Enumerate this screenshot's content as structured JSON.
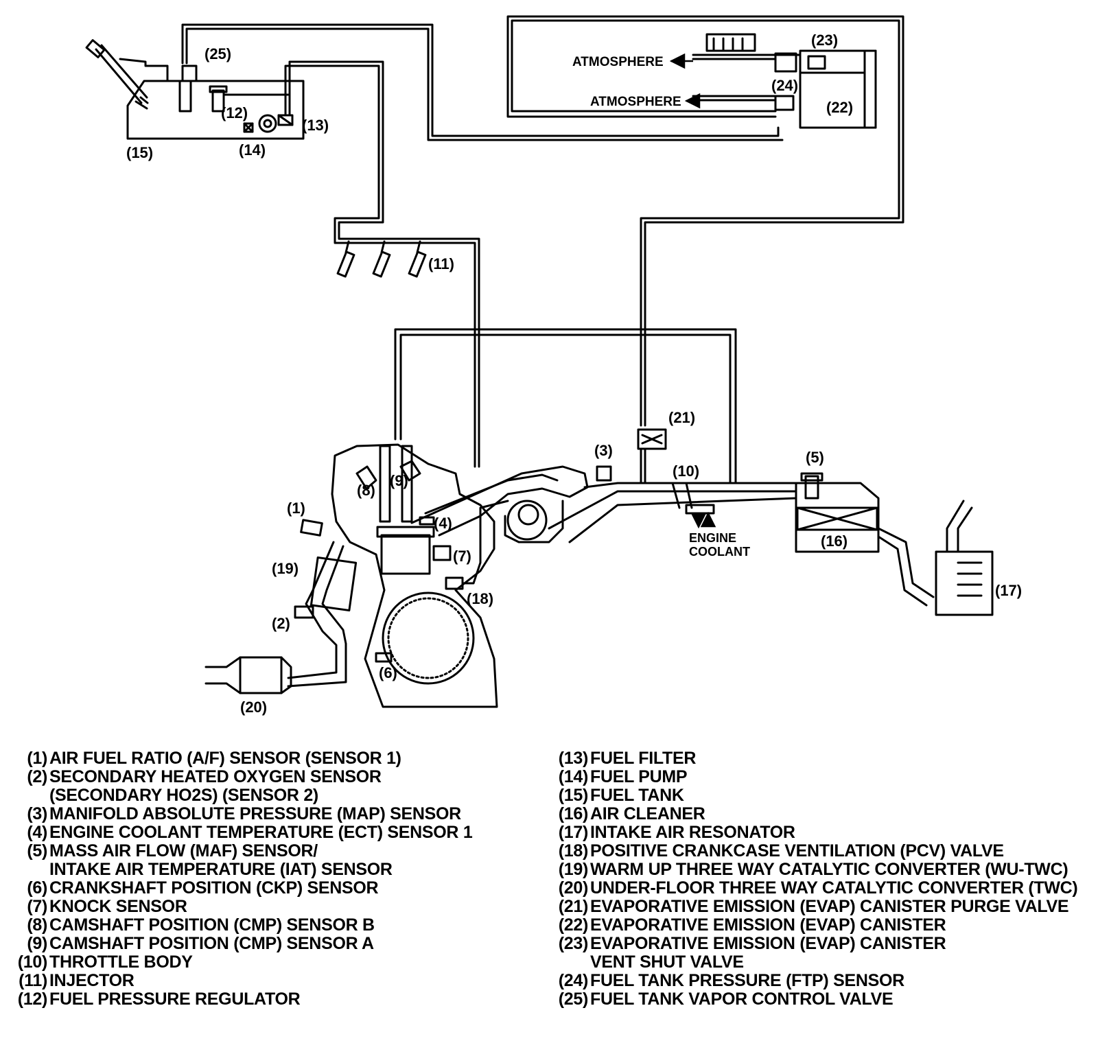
{
  "diagram": {
    "callouts": [
      "(1)",
      "(2)",
      "(3)",
      "(4)",
      "(5)",
      "(6)",
      "(7)",
      "(8)",
      "(9)",
      "(10)",
      "(11)",
      "(12)",
      "(13)",
      "(14)",
      "(15)",
      "(16)",
      "(17)",
      "(18)",
      "(19)",
      "(20)",
      "(21)",
      "(22)",
      "(23)",
      "(24)",
      "(25)"
    ],
    "atmosphere_label": "ATMOSPHERE",
    "engine_coolant_label": [
      "ENGINE",
      "COOLANT"
    ]
  },
  "legend": {
    "left": [
      {
        "num": "(1)",
        "lines": [
          "AIR FUEL RATIO (A/F) SENSOR (SENSOR 1)"
        ]
      },
      {
        "num": "(2)",
        "lines": [
          "SECONDARY HEATED OXYGEN SENSOR",
          "(SECONDARY HO2S) (SENSOR 2)"
        ]
      },
      {
        "num": "(3)",
        "lines": [
          "MANIFOLD ABSOLUTE PRESSURE (MAP) SENSOR"
        ]
      },
      {
        "num": "(4)",
        "lines": [
          "ENGINE COOLANT TEMPERATURE (ECT) SENSOR 1"
        ]
      },
      {
        "num": "(5)",
        "lines": [
          "MASS AIR FLOW (MAF) SENSOR/",
          "INTAKE AIR TEMPERATURE (IAT) SENSOR"
        ]
      },
      {
        "num": "(6)",
        "lines": [
          "CRANKSHAFT POSITION (CKP) SENSOR"
        ]
      },
      {
        "num": "(7)",
        "lines": [
          "KNOCK SENSOR"
        ]
      },
      {
        "num": "(8)",
        "lines": [
          "CAMSHAFT POSITION (CMP) SENSOR B"
        ]
      },
      {
        "num": "(9)",
        "lines": [
          "CAMSHAFT POSITION (CMP) SENSOR A"
        ]
      },
      {
        "num": "(10)",
        "lines": [
          "THROTTLE BODY"
        ]
      },
      {
        "num": "(11)",
        "lines": [
          "INJECTOR"
        ]
      },
      {
        "num": "(12)",
        "lines": [
          "FUEL PRESSURE REGULATOR"
        ]
      }
    ],
    "right": [
      {
        "num": "(13)",
        "lines": [
          "FUEL FILTER"
        ]
      },
      {
        "num": "(14)",
        "lines": [
          "FUEL PUMP"
        ]
      },
      {
        "num": "(15)",
        "lines": [
          "FUEL TANK"
        ]
      },
      {
        "num": "(16)",
        "lines": [
          "AIR CLEANER"
        ]
      },
      {
        "num": "(17)",
        "lines": [
          "INTAKE AIR RESONATOR"
        ]
      },
      {
        "num": "(18)",
        "lines": [
          "POSITIVE CRANKCASE VENTILATION (PCV) VALVE"
        ]
      },
      {
        "num": "(19)",
        "lines": [
          "WARM UP THREE WAY CATALYTIC CONVERTER (WU-TWC)"
        ]
      },
      {
        "num": "(20)",
        "lines": [
          "UNDER-FLOOR THREE WAY CATALYTIC CONVERTER (TWC)"
        ]
      },
      {
        "num": "(21)",
        "lines": [
          "EVAPORATIVE EMISSION (EVAP) CANISTER PURGE VALVE"
        ]
      },
      {
        "num": "(22)",
        "lines": [
          "EVAPORATIVE EMISSION (EVAP) CANISTER"
        ]
      },
      {
        "num": "(23)",
        "lines": [
          "EVAPORATIVE EMISSION (EVAP) CANISTER",
          "VENT SHUT VALVE"
        ]
      },
      {
        "num": "(24)",
        "lines": [
          "FUEL TANK PRESSURE (FTP) SENSOR"
        ]
      },
      {
        "num": "(25)",
        "lines": [
          "FUEL TANK VAPOR CONTROL VALVE"
        ]
      }
    ]
  }
}
